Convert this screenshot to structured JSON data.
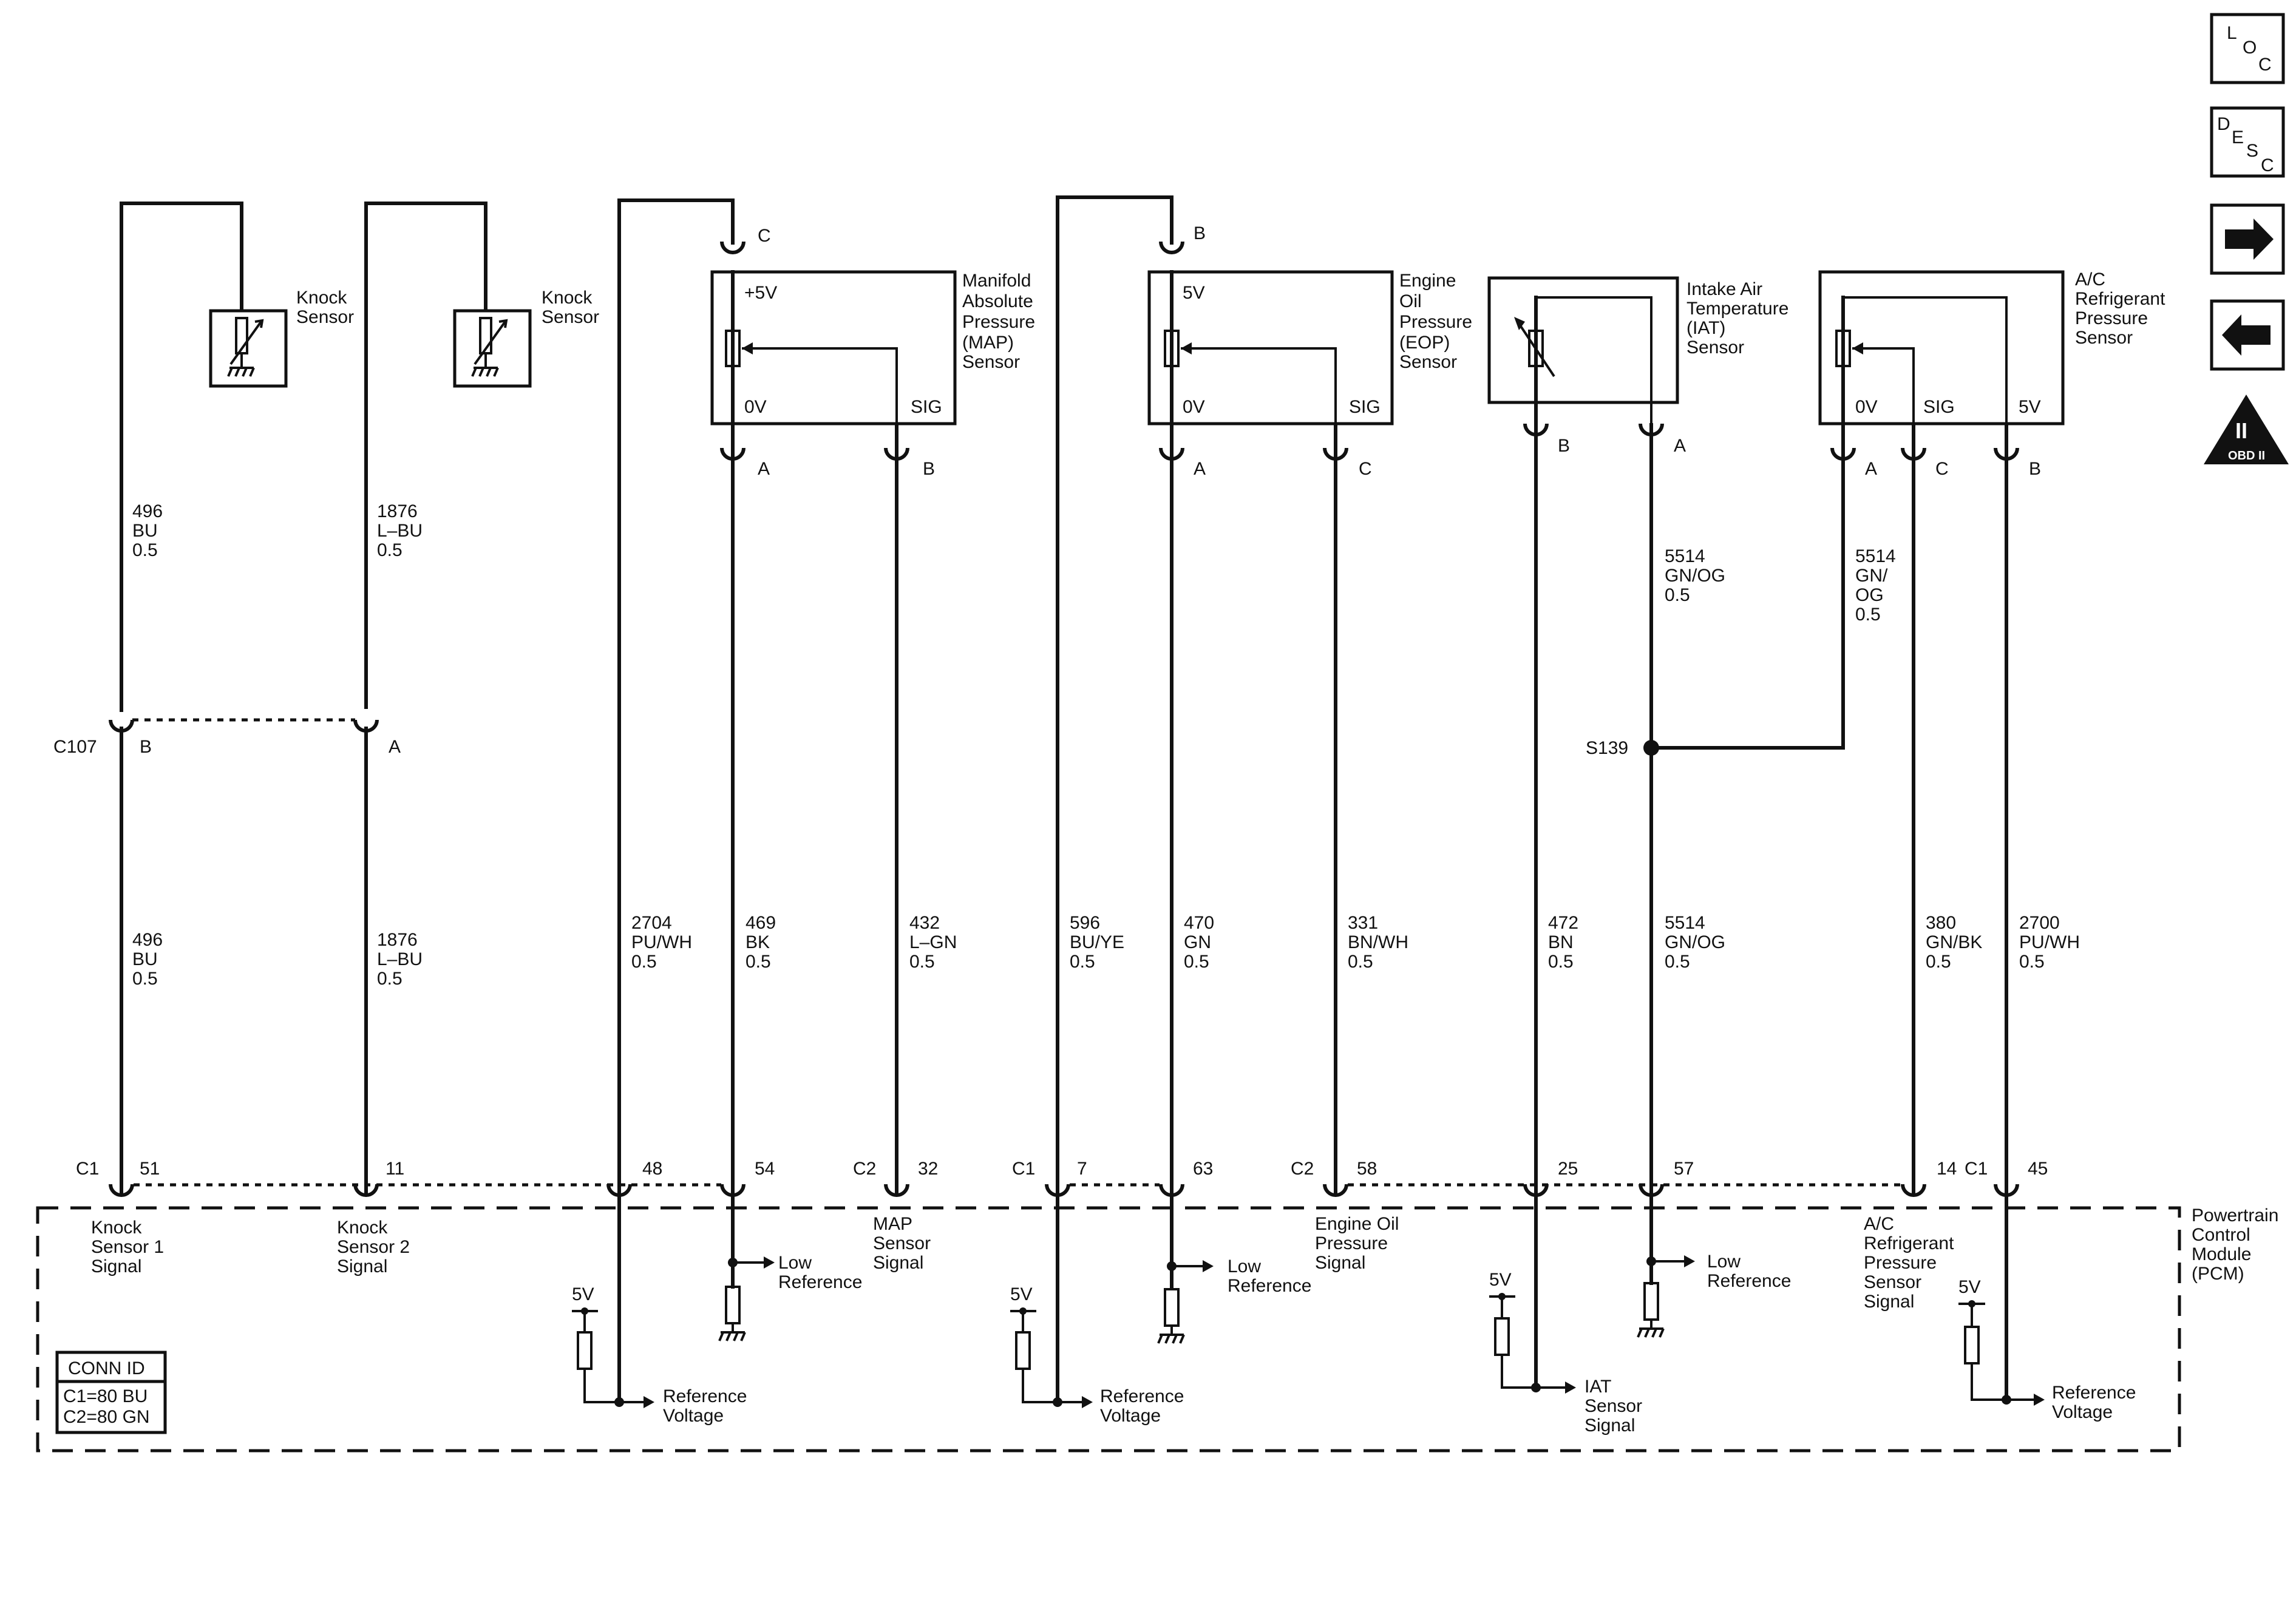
{
  "nav": {
    "loc": [
      "L",
      "O",
      "C"
    ],
    "desc": [
      "D",
      "E",
      "S",
      "C"
    ],
    "badge_num": "II",
    "badge_text": "OBD II"
  },
  "sensors": {
    "knock1": [
      "Knock",
      "Sensor"
    ],
    "knock2": [
      "Knock",
      "Sensor"
    ],
    "map": [
      "Manifold",
      "Absolute",
      "Pressure",
      "(MAP)",
      "Sensor"
    ],
    "eop": [
      "Engine",
      "Oil",
      "Pressure",
      "(EOP)",
      "Sensor"
    ],
    "iat": [
      "Intake Air",
      "Temperature",
      "(IAT)",
      "Sensor"
    ],
    "ac": [
      "A/C",
      "Refrigerant",
      "Pressure",
      "Sensor"
    ]
  },
  "box_labels": {
    "map_5v": "+5V",
    "map_0v": "0V",
    "map_sig": "SIG",
    "eop_5v": "5V",
    "eop_0v": "0V",
    "eop_sig": "SIG",
    "ac_0v": "0V",
    "ac_sig": "SIG",
    "ac_5v": "5V"
  },
  "pins_top": {
    "map_c": "C",
    "eop_b": "B",
    "map_a": "A",
    "map_b": "B",
    "eop_a": "A",
    "eop_c": "C",
    "iat_b": "B",
    "iat_a": "A",
    "ac_a": "A",
    "ac_c": "C",
    "ac_b": "B"
  },
  "wires_upper": {
    "k1": [
      "496",
      "BU",
      "0.5"
    ],
    "k2": [
      "1876",
      "L–BU",
      "0.5"
    ],
    "iat_a": [
      "5514",
      "GN/OG",
      "0.5"
    ],
    "ac_a": [
      "5514",
      "GN/",
      "OG",
      "0.5"
    ]
  },
  "c107": {
    "name": "C107",
    "pin_b": "B",
    "pin_a": "A"
  },
  "splice": "S139",
  "wires_lower": {
    "k1": [
      "496",
      "BU",
      "0.5"
    ],
    "k2": [
      "1876",
      "L–BU",
      "0.5"
    ],
    "w2704": [
      "2704",
      "PU/WH",
      "0.5"
    ],
    "w469": [
      "469",
      "BK",
      "0.5"
    ],
    "w432": [
      "432",
      "L–GN",
      "0.5"
    ],
    "w596": [
      "596",
      "BU/YE",
      "0.5"
    ],
    "w470": [
      "470",
      "GN",
      "0.5"
    ],
    "w331": [
      "331",
      "BN/WH",
      "0.5"
    ],
    "w472": [
      "472",
      "BN",
      "0.5"
    ],
    "w5514": [
      "5514",
      "GN/OG",
      "0.5"
    ],
    "w380": [
      "380",
      "GN/BK",
      "0.5"
    ],
    "w2700": [
      "2700",
      "PU/WH",
      "0.5"
    ]
  },
  "pcm_pins": {
    "c1a": "C1",
    "p51": "51",
    "p11": "11",
    "p48": "48",
    "p54": "54",
    "c2a": "C2",
    "p32": "32",
    "c1b": "C1",
    "p7": "7",
    "p63": "63",
    "c2b": "C2",
    "p58": "58",
    "p25": "25",
    "p57": "57",
    "p14": "14",
    "c1c": "C1",
    "p45": "45"
  },
  "pcm": {
    "title": [
      "Powertrain",
      "Control",
      "Module",
      "(PCM)"
    ],
    "knock1_signal": [
      "Knock",
      "Sensor 1",
      "Signal"
    ],
    "knock2_signal": [
      "Knock",
      "Sensor 2",
      "Signal"
    ],
    "map_signal": [
      "MAP",
      "Sensor",
      "Signal"
    ],
    "eop_signal": [
      "Engine Oil",
      "Pressure",
      "Signal"
    ],
    "ac_signal": [
      "A/C",
      "Refrigerant",
      "Pressure",
      "Sensor",
      "Signal"
    ],
    "low_ref": [
      "Low",
      "Reference"
    ],
    "ref_voltage": [
      "Reference",
      "Voltage"
    ],
    "iat_signal": [
      "IAT",
      "Sensor",
      "Signal"
    ],
    "five_v": "5V"
  },
  "conn_id": {
    "title": "CONN ID",
    "c1": "C1=80 BU",
    "c2": "C2=80 GN"
  }
}
